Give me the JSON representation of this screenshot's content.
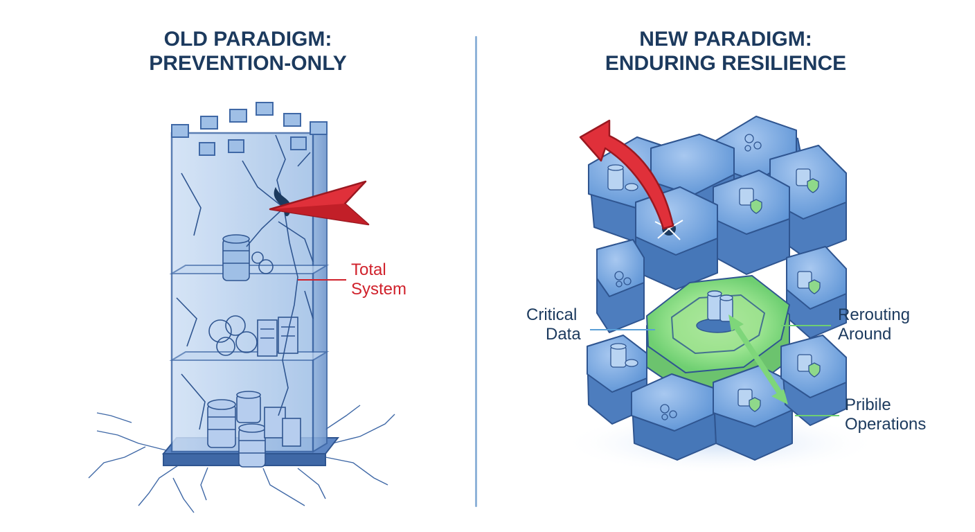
{
  "left_panel": {
    "title_line1": "OLD PARADIGM:",
    "title_line2": "PREVENTION-ONLY",
    "label_line1": "Total",
    "label_line2": "System"
  },
  "right_panel": {
    "title_line1": "NEW PARADIGM:",
    "title_line2": "ENDURING RESILIENCE",
    "label_critical_line1": "Critical",
    "label_critical_line2": "Data",
    "label_rerouting_line1": "Rerouting",
    "label_rerouting_line2": "Around",
    "label_ops_line1": "Pribile",
    "label_ops_line2": "Operations"
  },
  "colors": {
    "title": "#1c3a5e",
    "attack_red": "#d0212b",
    "tower_blue": "#a9c6ea",
    "hex_blue": "#5a8fd0",
    "core_green": "#8fdc8a",
    "divider": "#8fb3d9"
  }
}
